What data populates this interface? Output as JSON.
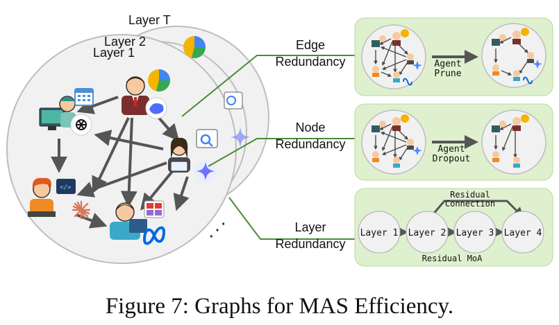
{
  "layers": {
    "back_label": "Layer T",
    "mid_label": "Layer 2",
    "front_label": "Layer 1",
    "ellipsis": "⋰"
  },
  "agents": [
    {
      "id": "manager",
      "icon": "manager-agent-icon",
      "tool": "pie-chart-icon",
      "model": "deepseek-icon"
    },
    {
      "id": "engineer",
      "icon": "engineer-agent-icon",
      "tool": "calendar-icon",
      "model": "openai-icon"
    },
    {
      "id": "analyst",
      "icon": "analyst-agent-icon",
      "tool": "search-icon",
      "model": "gemini-icon"
    },
    {
      "id": "programmer",
      "icon": "programmer-agent-icon",
      "tool": "code-icon",
      "model": "claude-icon"
    },
    {
      "id": "accountant",
      "icon": "accountant-agent-icon",
      "tool": "calculator-icon",
      "model": "meta-icon"
    }
  ],
  "redundancy": [
    {
      "label_line1": "Edge",
      "label_line2": "Redundancy",
      "op_line1": "Agent",
      "op_line2": "Prune"
    },
    {
      "label_line1": "Node",
      "label_line2": "Redundancy",
      "op_line1": "Agent",
      "op_line2": "Dropout"
    },
    {
      "label_line1": "Layer",
      "label_line2": "Redundancy"
    }
  ],
  "moa": {
    "layers": [
      "Layer 1",
      "Layer 2",
      "Layer 3",
      "Layer 4"
    ],
    "residual_line1": "Residual",
    "residual_line2": "Connection",
    "footer": "Residual MoA"
  },
  "caption": "Figure 7: Graphs for MAS Efficiency.",
  "colors": {
    "panel_bg": "#dff0cf",
    "panel_border": "#b7d9a1",
    "connector": "#4a8a36",
    "circle_fill": "#f1f1f1",
    "circle_stroke": "#bdbdbd",
    "arrow": "#555555"
  }
}
